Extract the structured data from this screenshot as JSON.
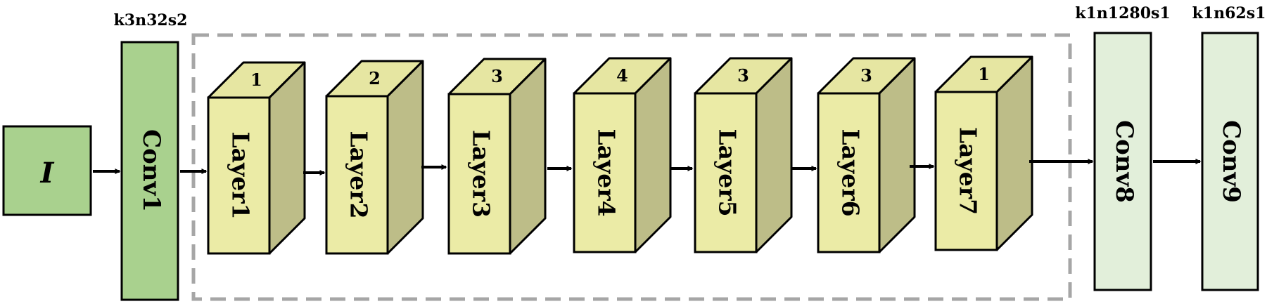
{
  "input": {
    "label": "I",
    "fill": "#a9d18e"
  },
  "conv1": {
    "label": "Conv1",
    "annotation": "k3n32s2",
    "fill": "#a9d18e"
  },
  "layers": [
    {
      "label": "Layer1",
      "repeat": "1"
    },
    {
      "label": "Layer2",
      "repeat": "2"
    },
    {
      "label": "Layer3",
      "repeat": "3"
    },
    {
      "label": "Layer4",
      "repeat": "4"
    },
    {
      "label": "Layer5",
      "repeat": "3"
    },
    {
      "label": "Layer6",
      "repeat": "3"
    },
    {
      "label": "Layer7",
      "repeat": "1"
    }
  ],
  "conv8": {
    "label": "Conv8",
    "annotation": "k1n1280s1",
    "fill": "#e2efda"
  },
  "conv9": {
    "label": "Conv9",
    "annotation": "k1n62s1",
    "fill": "#e2efda"
  },
  "colors": {
    "layer_front": "#ebeba6",
    "layer_top": "#e6e6a2",
    "layer_side": "#bdbd88",
    "group_border": "#a6a6a6"
  }
}
